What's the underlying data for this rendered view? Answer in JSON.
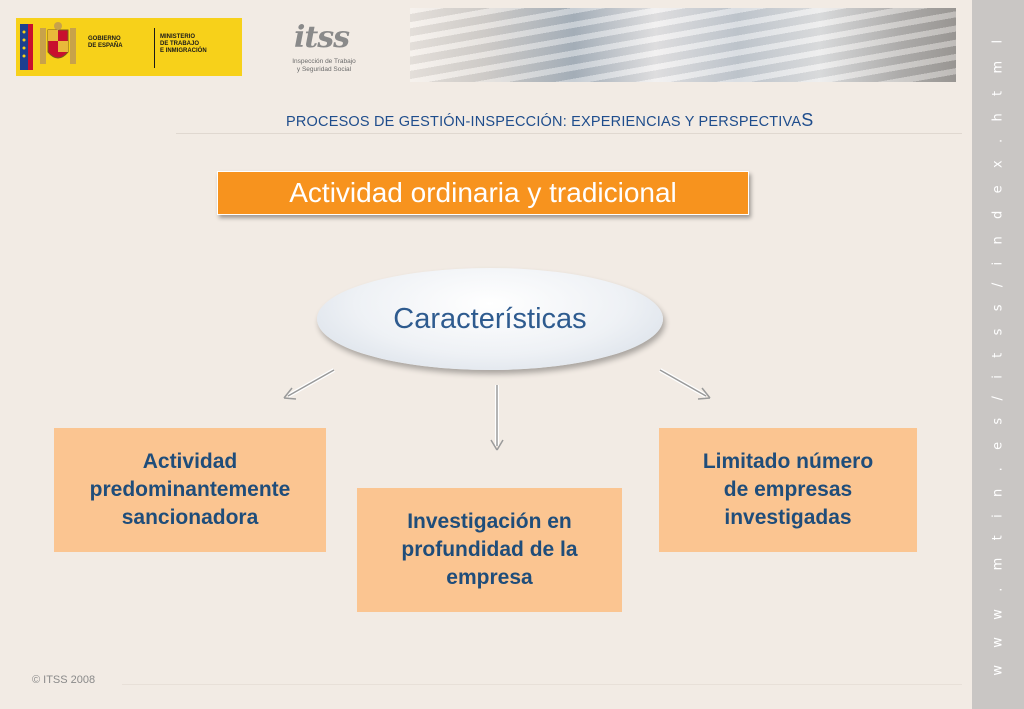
{
  "government_logo": {
    "line1": "GOBIERNO\nDE ESPAÑA",
    "line2": "MINISTERIO\nDE TRABAJO\nE INMIGRACIÓN"
  },
  "itss_logo": {
    "word": "itss",
    "subtitle": "Inspección de Trabajo\ny Seguridad Social"
  },
  "header": {
    "title": "PROCESOS DE GESTIÓN-INSPECCIÓN: EXPERIENCIAS Y PERSPECTIVA",
    "title_last_letter": "S"
  },
  "title_bar": {
    "text": "Actividad ordinaria y tradicional"
  },
  "characteristics": {
    "label": "Características"
  },
  "boxes": [
    {
      "text": "Actividad\npredominantemente\nsancionadora"
    },
    {
      "text": "Investigación en\nprofundidad de la\nempresa"
    },
    {
      "text": "Limitado número\nde empresas\ninvestigadas"
    }
  ],
  "sidebar": {
    "url": "w w w . m t i n . e s / i t s s / i n d e x . h t m l"
  },
  "footer": {
    "copyright": "© ITSS 2008"
  },
  "colors": {
    "title_bar": "#f7931e",
    "boxes": "#fbc591",
    "header_text": "#1f4d8c",
    "box_text": "#1f4d7a"
  }
}
